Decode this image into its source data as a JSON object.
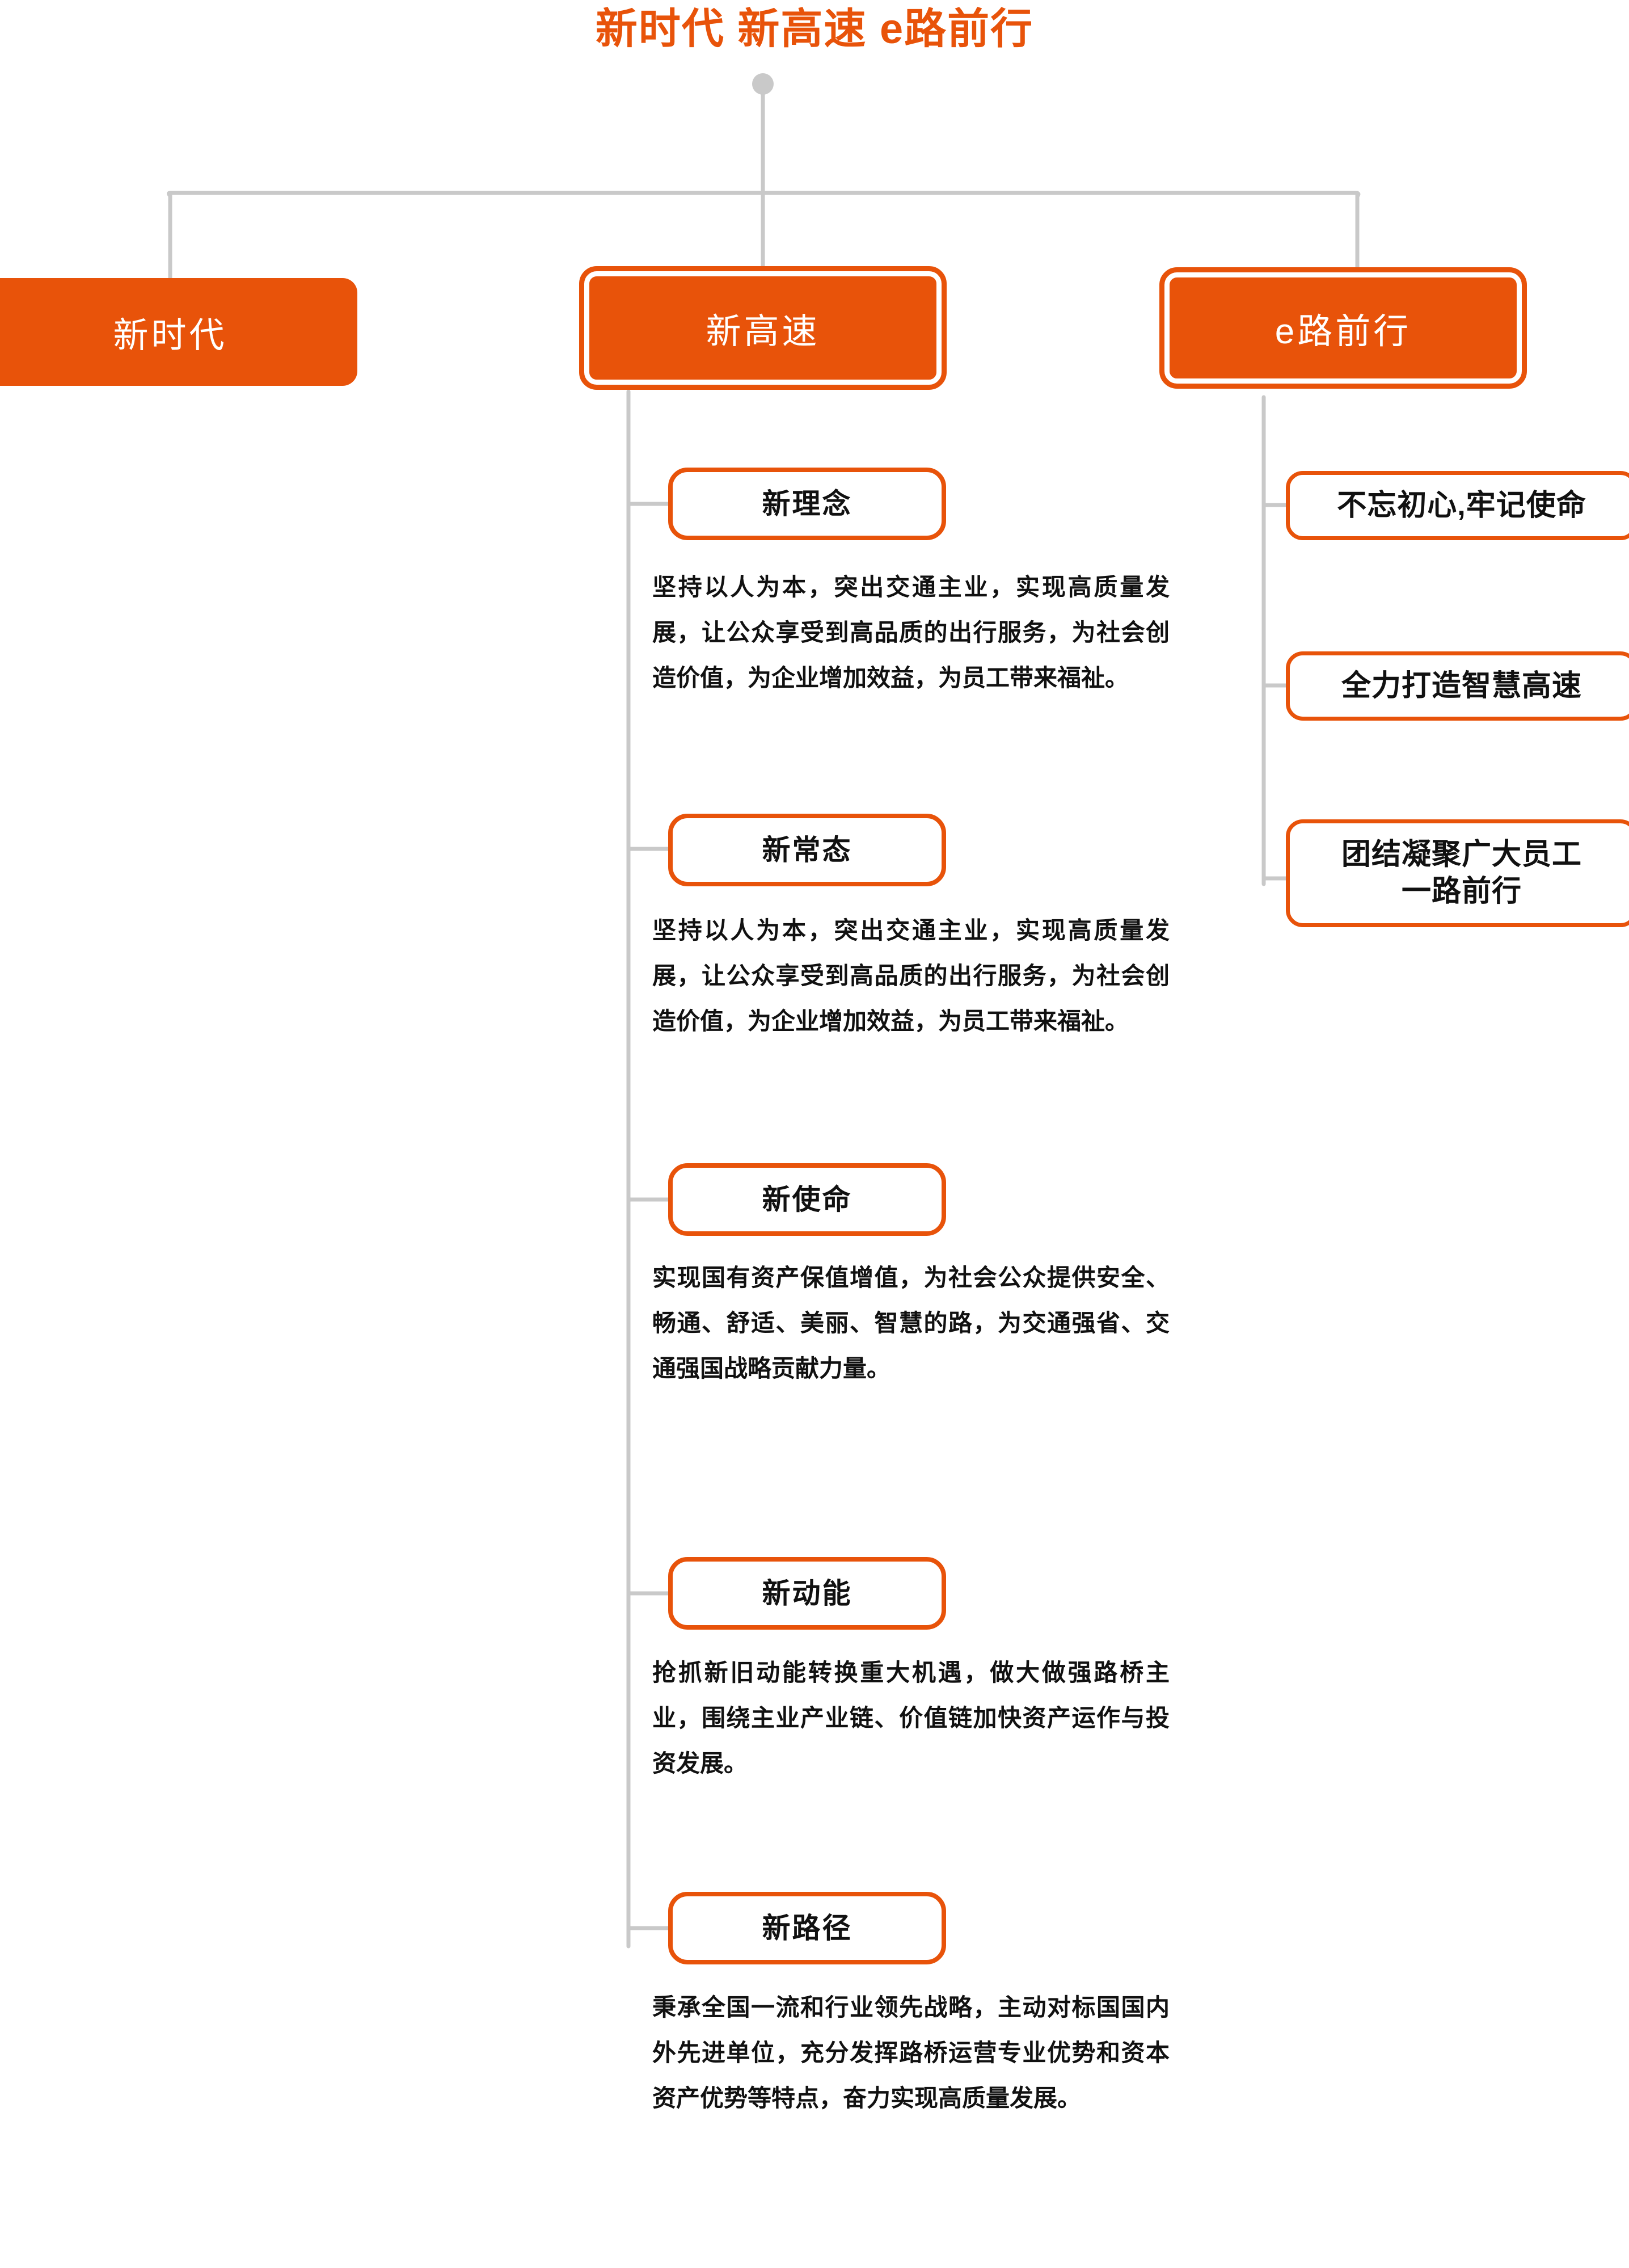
{
  "title": "新时代 新高速 e路前行",
  "colors": {
    "accent": "#E8530A",
    "wire": "#C9C9C9",
    "text": "#111111",
    "background": "#FFFFFF"
  },
  "root": {
    "label": "新时代 新高速 e路前行",
    "node_marker": "root-dot"
  },
  "branches": [
    {
      "id": "branch-xinshidai",
      "label": "新时代",
      "style": "filled",
      "children": []
    },
    {
      "id": "branch-xingaosu",
      "label": "新高速",
      "style": "filled-ringed",
      "children": [
        {
          "id": "node-xinlinian",
          "label": "新理念",
          "body": "坚持以人为本，突出交通主业，实现高质量发展，让公众享受到高品质的出行服务，为社会创造价值，为企业增加效益，为员工带来福祉。"
        },
        {
          "id": "node-xinchangtai",
          "label": "新常态",
          "body": "坚持以人为本，突出交通主业，实现高质量发展，让公众享受到高品质的出行服务，为社会创造价值，为企业增加效益，为员工带来福祉。"
        },
        {
          "id": "node-xinshiming",
          "label": "新使命",
          "body": "实现国有资产保值增值，为社会公众提供安全、畅通、舒适、美丽、智慧的路，为交通强省、交通强国战略贡献力量。"
        },
        {
          "id": "node-xindongneng",
          "label": "新动能",
          "body": "抢抓新旧动能转换重大机遇，做大做强路桥主业，围绕主业产业链、价值链加快资产运作与投资发展。"
        },
        {
          "id": "node-xinlujing",
          "label": "新路径",
          "body": "秉承全国一流和行业领先战略，主动对标国国内外先进单位，充分发挥路桥运营专业优势和资本资产优势等特点，奋力实现高质量发展。"
        }
      ]
    },
    {
      "id": "branch-eluqianxing",
      "label": "e路前行",
      "style": "filled-ringed",
      "children": [
        {
          "id": "node-buwangchuxin",
          "label": "不忘初心,牢记使命",
          "body": ""
        },
        {
          "id": "node-zhihuigaosu",
          "label": "全力打造智慧高速",
          "body": ""
        },
        {
          "id": "node-tuanjie",
          "label": "团结凝聚广大员工\n一路前行",
          "body": ""
        }
      ]
    }
  ]
}
